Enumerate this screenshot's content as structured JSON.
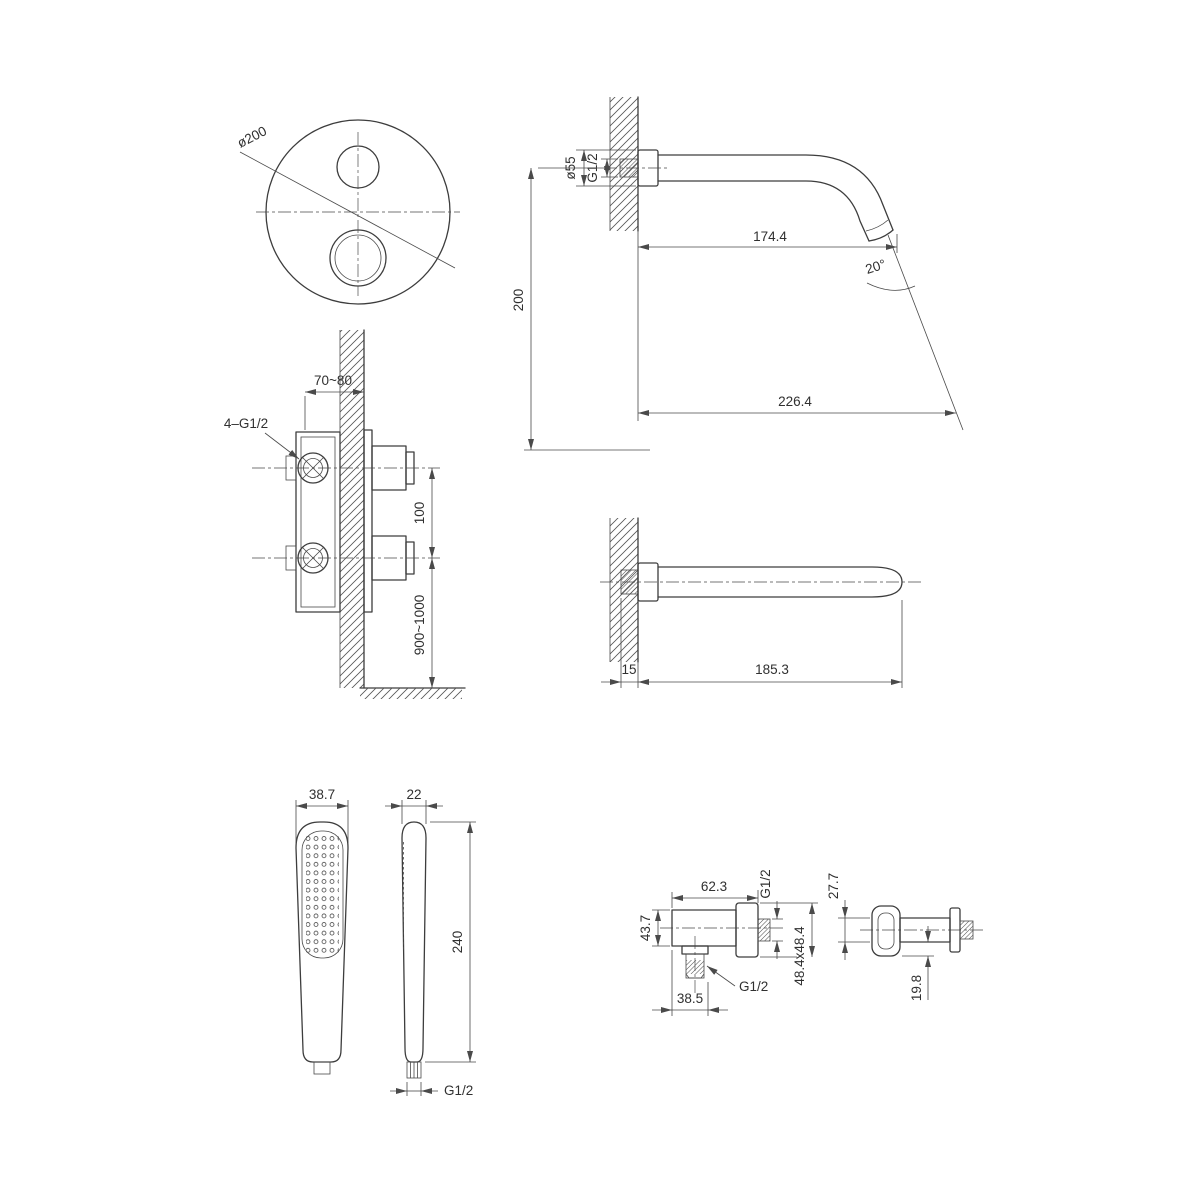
{
  "labels": {
    "trim_diameter": "ø200",
    "spout_flange_dia": "ø55",
    "spout_thread": "G1/2",
    "spout_reach": "174.4",
    "spout_angle": "20°",
    "spout_height": "200",
    "spout_stream_reach": "226.4",
    "valve_depth": "70~80",
    "valve_connections": "4–G1/2",
    "valve_port_spacing": "100",
    "valve_mount_height": "900~1000",
    "spout2_wall": "15",
    "spout2_reach": "185.3",
    "shower_width": "38.7",
    "shower_depth": "22",
    "shower_length": "240",
    "shower_thread": "G1/2",
    "elbow_width": "62.3",
    "elbow_height": "43.7",
    "elbow_thread_wall": "G1/2",
    "elbow_outlet_thread": "G1/2",
    "elbow_stub_width": "38.5",
    "elbow_plate_size": "48.4x48.4",
    "holder_depth": "27.7",
    "holder_width": "19.8"
  },
  "colors": {
    "line": "#3d3d3d",
    "dimension": "#4a4a4a",
    "background": "#ffffff"
  }
}
